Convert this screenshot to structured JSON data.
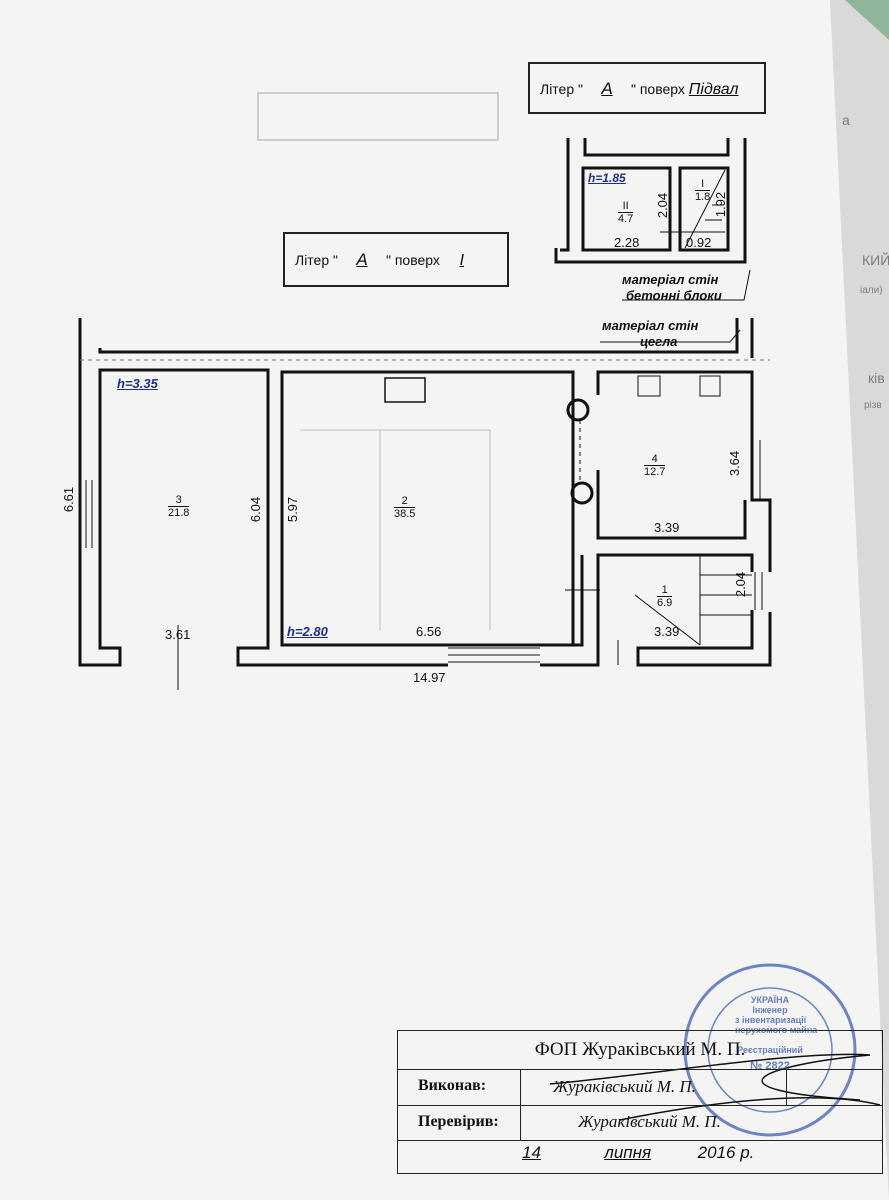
{
  "basement_header": {
    "prefix": "Літер \"",
    "letter": "А",
    "mid": "\" поверх",
    "floor": "Підвал"
  },
  "basement": {
    "height": "h=1.85",
    "rooms": [
      {
        "number": "II",
        "area": "4.7"
      },
      {
        "number": "I",
        "area": "1.8"
      }
    ],
    "dims": {
      "room2_height": "2.04",
      "room1_height": "1.92",
      "room2_width": "2.28",
      "room1_width": "0.92"
    },
    "wall_material_label": "матеріал стін",
    "wall_material": "бетонні блоки"
  },
  "floor1_header": {
    "prefix": "Літер \"",
    "letter": "А",
    "mid": "\" поверх",
    "floor": "І"
  },
  "floor1": {
    "wall_material_label": "матеріал стін",
    "wall_material": "цегла",
    "heights": {
      "left": "h=3.35",
      "main": "h=2.80"
    },
    "rooms": [
      {
        "number": "3",
        "area": "21.8"
      },
      {
        "number": "2",
        "area": "38.5"
      },
      {
        "number": "4",
        "area": "12.7"
      },
      {
        "number": "1",
        "area": "6.9"
      }
    ],
    "dims": {
      "outer_left_height": "6.61",
      "room3_height": "6.04",
      "room3_width": "3.61",
      "room2_height": "5.97",
      "room2_width": "6.56",
      "room4_height": "3.64",
      "room4_width": "3.39",
      "room1_height": "2.04",
      "room1_width": "3.39",
      "total_width": "14.97"
    }
  },
  "title_block": {
    "company": "ФОП Жураківський М. П.",
    "performed_label": "Виконав:",
    "performed_by": "Жураківський М. П.",
    "checked_label": "Перевірив:",
    "checked_by": "Жураківський М. П.",
    "day": "14",
    "month": "липня",
    "year": "2016 р."
  },
  "stamp": {
    "lines": [
      "УКРАЇНА",
      "Інженер",
      "з інвентаризації",
      "нерухомого майна",
      "Реєстраційний",
      "№ 2822"
    ]
  },
  "adjacent_page_fragments": [
    "а",
    "КИЙ М",
    "іали)",
    "ків",
    "різв"
  ],
  "colors": {
    "paper": "#f4f5f3",
    "ink": "#111111",
    "stamp": "#3f5fb8",
    "height_label": "#1b2f8a"
  }
}
